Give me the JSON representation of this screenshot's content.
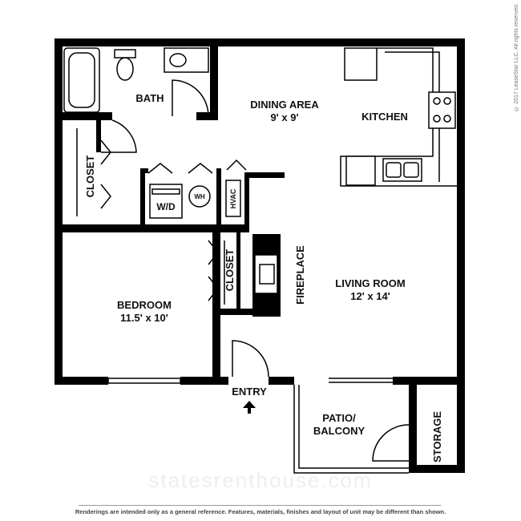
{
  "rooms": {
    "bath": "BATH",
    "dining": "DINING AREA",
    "dining_size": "9' x 9'",
    "kitchen": "KITCHEN",
    "closet_left": "CLOSET",
    "wd": "W/D",
    "wh": "WH",
    "hvac": "HVAC",
    "closet_mid": "CLOSET",
    "fireplace": "FIREPLACE",
    "living": "LIVING ROOM",
    "living_size": "12' x 14'",
    "bedroom": "BEDROOM",
    "bedroom_size": "11.5' x 10'",
    "entry": "ENTRY",
    "patio_line1": "PATIO/",
    "patio_line2": "BALCONY",
    "storage": "STORAGE"
  },
  "copyright": "© 2017 LeaseStar LLC. All rights reserved.",
  "watermark": "statesrenthouse.com",
  "disclaimer": "Renderings are intended only as a general reference. Features, materials, finishes and layout of unit may be different than shown."
}
